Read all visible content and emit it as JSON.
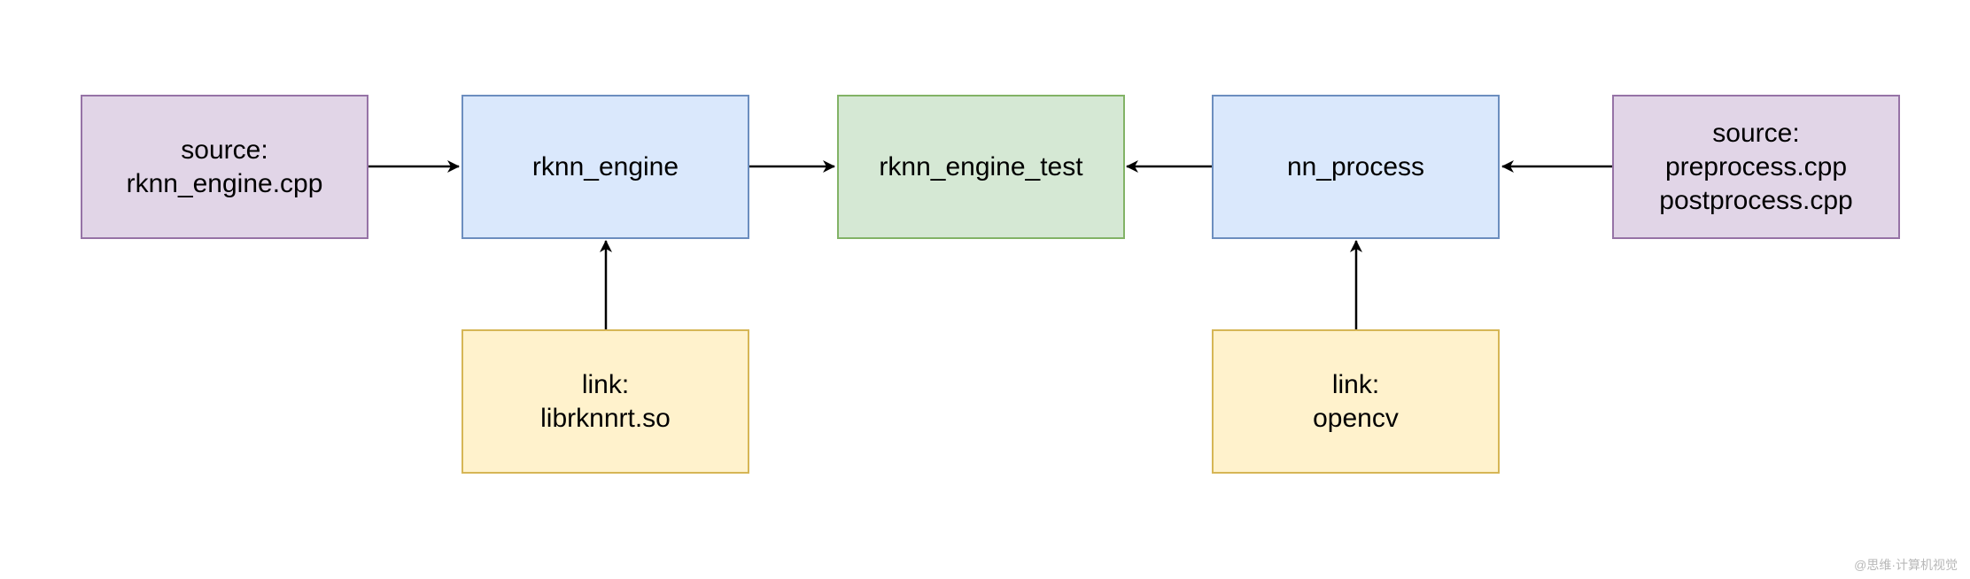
{
  "nodes": {
    "src_engine": {
      "line1": "source:",
      "line2": "rknn_engine.cpp"
    },
    "rknn_engine": {
      "label": "rknn_engine"
    },
    "rknn_engine_test": {
      "label": "rknn_engine_test"
    },
    "nn_process": {
      "label": "nn_process"
    },
    "src_process": {
      "line1": "source:",
      "line2": "preprocess.cpp",
      "line3": "postprocess.cpp"
    },
    "link_rknnrt": {
      "line1": "link:",
      "line2": "librknnrt.so"
    },
    "link_opencv": {
      "line1": "link:",
      "line2": "opencv"
    }
  },
  "colors": {
    "source_fill": "#e1d5e7",
    "module_fill": "#dae8fc",
    "target_fill": "#d5e8d4",
    "link_fill": "#fff2cc",
    "arrow": "#000000"
  },
  "watermark": "@思维·计算机视觉"
}
